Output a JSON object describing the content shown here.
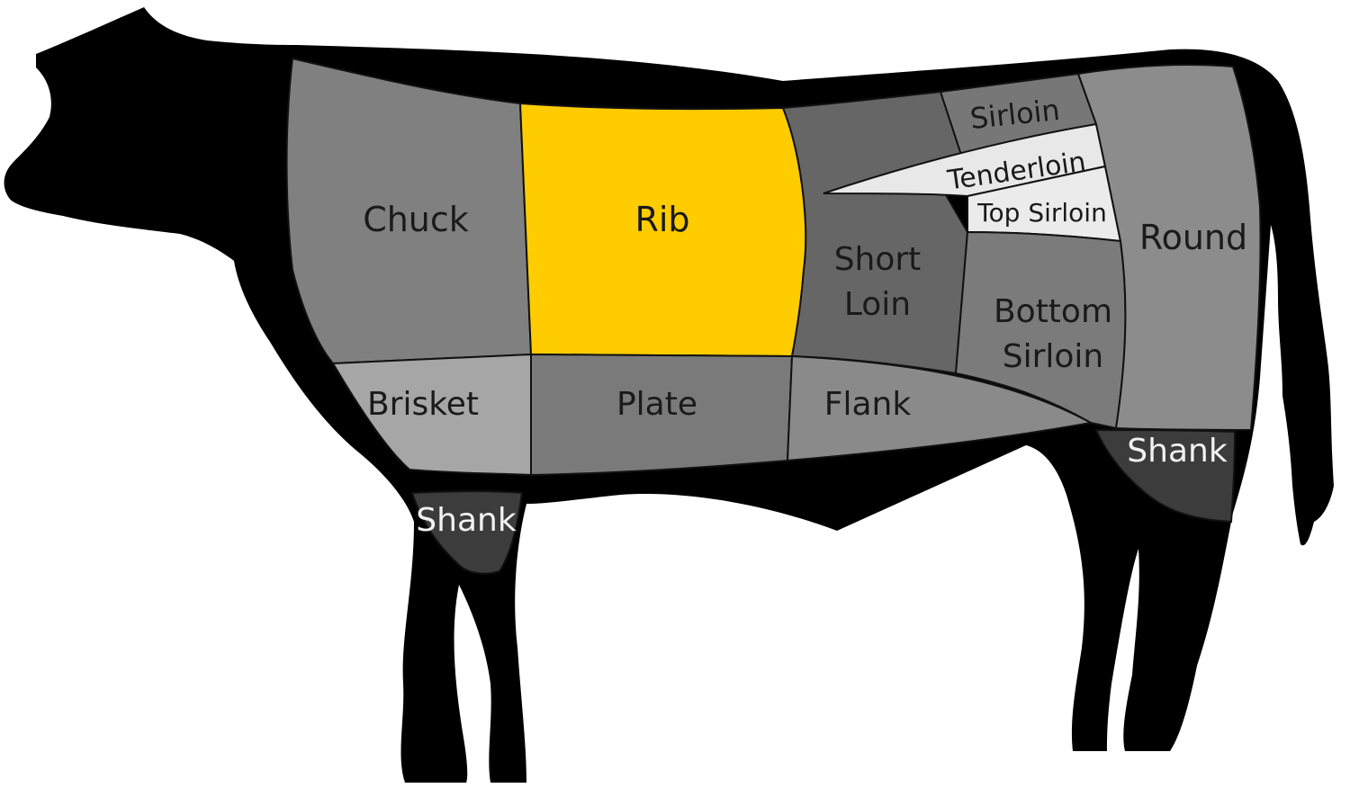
{
  "colors": {
    "body": "#000000",
    "outline": "#111111",
    "highlight": "#ffcc00",
    "light": "#e6e6e6",
    "shank": "#3c3c3c",
    "text_dark": "#1a1a1a",
    "text_light": "#f2f2f2"
  },
  "highlighted_cut": "rib",
  "cuts": {
    "chuck": {
      "label": "Chuck",
      "color": "#808080"
    },
    "rib": {
      "label": "Rib",
      "color": "#ffcc00"
    },
    "short_loin": {
      "label_line1": "Short",
      "label_line2": "Loin",
      "color": "#666666"
    },
    "sirloin": {
      "label": "Sirloin",
      "color": "#777777"
    },
    "tenderloin": {
      "label": "Tenderloin",
      "color": "#e8e8e8"
    },
    "top_sirloin": {
      "label": "Top Sirloin",
      "color": "#ebebeb"
    },
    "bottom_sirloin": {
      "label_line1": "Bottom",
      "label_line2": "Sirloin",
      "color": "#7b7b7b"
    },
    "round": {
      "label": "Round",
      "color": "#8c8c8c"
    },
    "brisket": {
      "label": "Brisket",
      "color": "#a6a6a6"
    },
    "plate": {
      "label": "Plate",
      "color": "#7a7a7a"
    },
    "flank": {
      "label": "Flank",
      "color": "#8a8a8a"
    },
    "front_shank": {
      "label": "Shank",
      "color": "#3c3c3c"
    },
    "hind_shank": {
      "label": "Shank",
      "color": "#3c3c3c"
    }
  }
}
